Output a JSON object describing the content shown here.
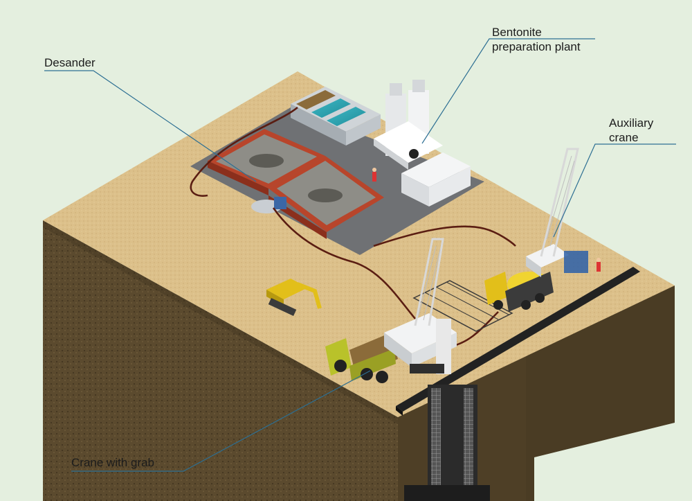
{
  "labels": {
    "desander": "Desander",
    "bentonite_plant": "Bentonite\npreparation plant",
    "auxiliary_crane": "Auxiliary\ncrane",
    "crane_with_grab": "Crane with grab"
  },
  "colors": {
    "background": "#e4efdf",
    "sand": "#dcc08a",
    "soil": "#5b4a2e",
    "pad": "#6f7174",
    "containment_wall": "#b8452b",
    "callout_line": "#2d6f93",
    "pipe": "#5a1d12",
    "machine_yellow": "#e2bf1a"
  }
}
